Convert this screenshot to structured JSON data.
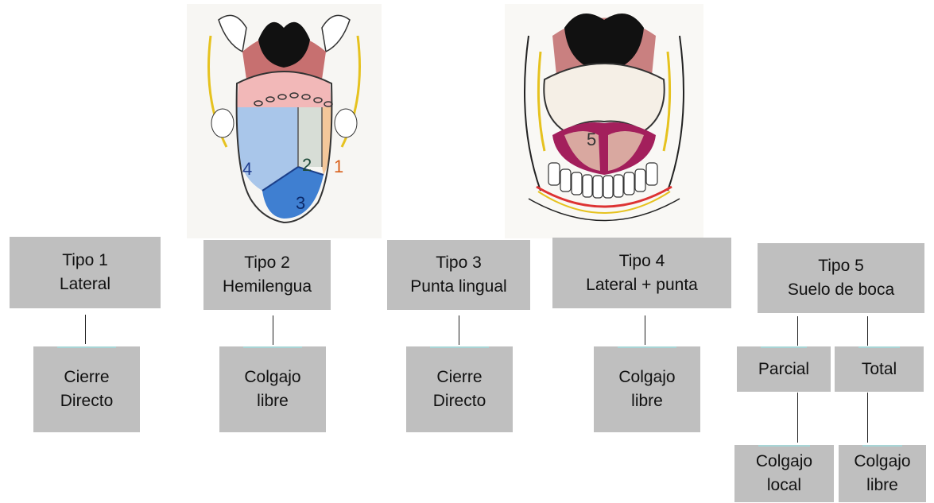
{
  "illustrations": {
    "tongue_zones": {
      "zone_1": "1",
      "zone_2": "2",
      "zone_3": "3",
      "zone_4": "4"
    },
    "floor_of_mouth": {
      "zone_5": "5"
    }
  },
  "types": [
    {
      "title": "Tipo 1",
      "subtitle": "Lateral",
      "treatment": [
        "Cierre",
        "Directo"
      ]
    },
    {
      "title": "Tipo 2",
      "subtitle": "Hemilengua",
      "treatment": [
        "Colgajo",
        "libre"
      ]
    },
    {
      "title": "Tipo 3",
      "subtitle": "Punta lingual",
      "treatment": [
        "Cierre",
        "Directo"
      ]
    },
    {
      "title": "Tipo 4",
      "subtitle": "Lateral + punta",
      "treatment": [
        "Colgajo",
        "libre"
      ]
    },
    {
      "title": "Tipo 5",
      "subtitle": "Suelo de boca",
      "branches": [
        {
          "label": "Parcial",
          "treatment": [
            "Colgajo",
            "local"
          ]
        },
        {
          "label": "Total",
          "treatment": [
            "Colgajo",
            "libre"
          ]
        }
      ]
    }
  ]
}
